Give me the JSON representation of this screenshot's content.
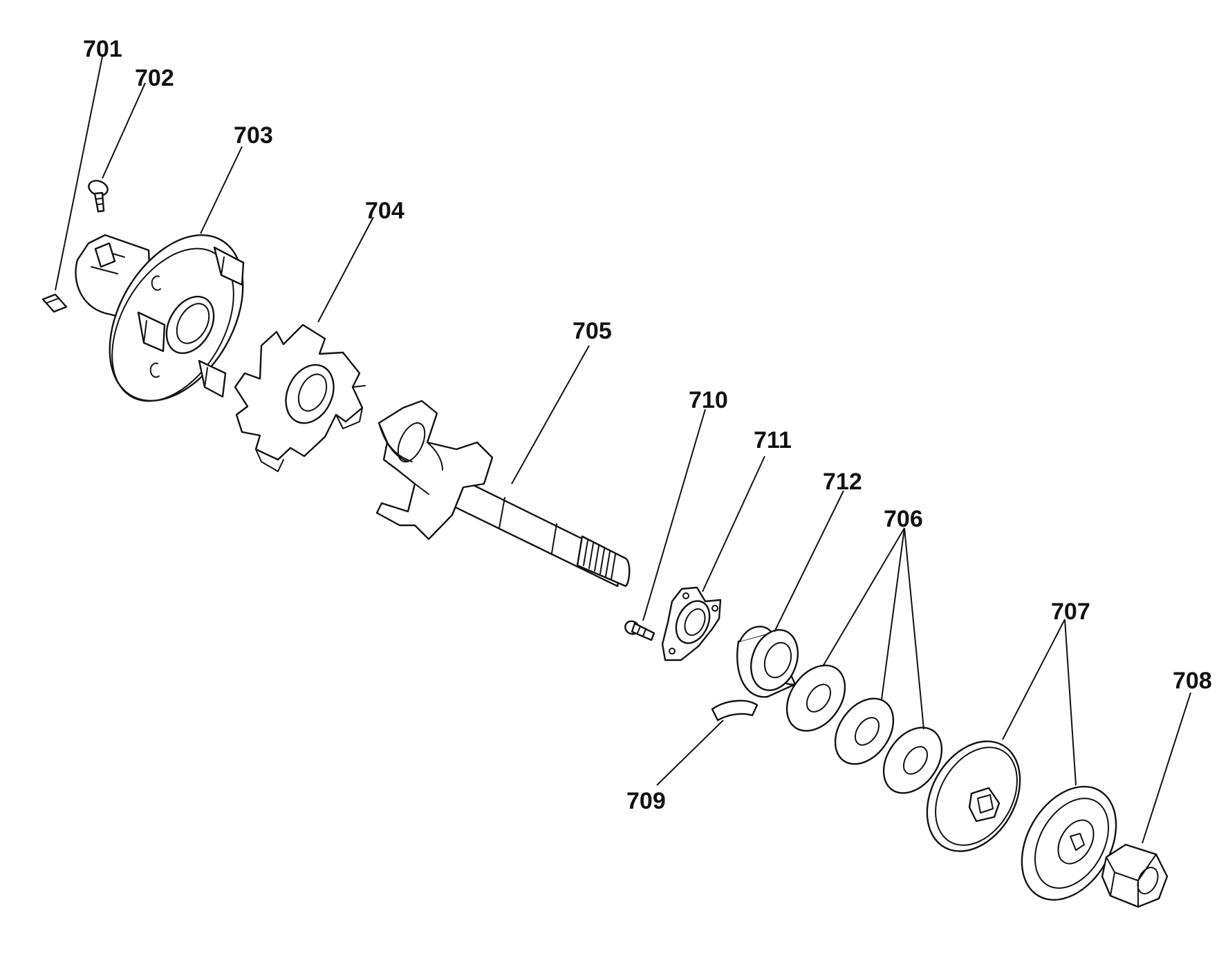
{
  "callouts": {
    "701": "701",
    "702": "702",
    "703": "703",
    "704": "704",
    "705": "705",
    "706": "706",
    "707": "707",
    "708": "708",
    "709": "709",
    "710": "710",
    "711": "711",
    "712": "712"
  }
}
